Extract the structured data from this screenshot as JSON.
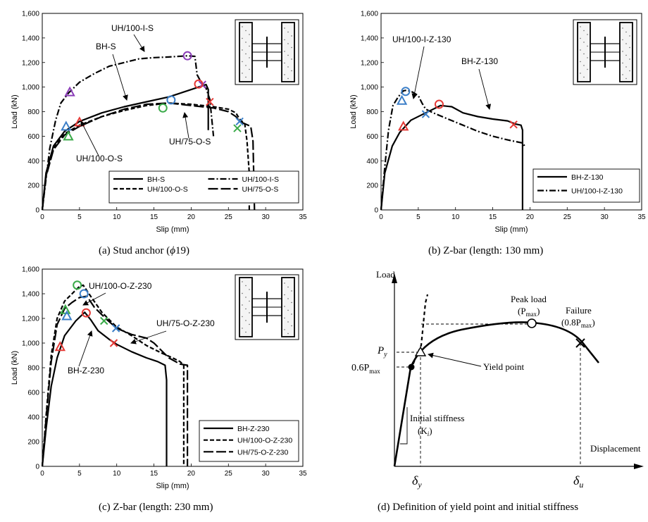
{
  "figure": {
    "captions": {
      "a_prefix": "(a) Stud anchor (",
      "a_phi": "ϕ",
      "a_num": "19)",
      "b": "(b) Z-bar (length: 130 mm)",
      "c": "(c) Z-bar (length: 230 mm)",
      "d": "(d) Definition of yield point and initial stiffness"
    }
  },
  "chart_data": [
    {
      "id": "a",
      "type": "line",
      "xlabel": "Slip (mm)",
      "ylabel": "Load (kN)",
      "xlim": [
        0,
        35
      ],
      "ylim": [
        0,
        1600
      ],
      "xticks": [
        0,
        5,
        10,
        15,
        20,
        25,
        30,
        35
      ],
      "yticks": [
        0,
        200,
        400,
        600,
        800,
        1000,
        1200,
        1400,
        1600
      ],
      "ytick_labels": [
        "0",
        "200",
        "400",
        "600",
        "800",
        "1,000",
        "1,200",
        "1,400",
        "1,600"
      ],
      "series": [
        {
          "name": "BH-S",
          "style": "solid",
          "points": [
            [
              0,
              0
            ],
            [
              0.5,
              300
            ],
            [
              1.5,
              520
            ],
            [
              3,
              640
            ],
            [
              5,
              720
            ],
            [
              8,
              790
            ],
            [
              11,
              840
            ],
            [
              14,
              880
            ],
            [
              17,
              920
            ],
            [
              19,
              960
            ],
            [
              21,
              1000
            ],
            [
              22,
              1020
            ],
            [
              22.3,
              980
            ],
            [
              22.3,
              650
            ]
          ]
        },
        {
          "name": "UH/100-I-S",
          "style": "dashdot",
          "points": [
            [
              0,
              0
            ],
            [
              0.5,
              250
            ],
            [
              1,
              500
            ],
            [
              1.8,
              730
            ],
            [
              2.5,
              870
            ],
            [
              3.5,
              950
            ],
            [
              5,
              1040
            ],
            [
              7,
              1110
            ],
            [
              9,
              1170
            ],
            [
              11,
              1200
            ],
            [
              13,
              1230
            ],
            [
              15,
              1240
            ],
            [
              17,
              1245
            ],
            [
              19.5,
              1255
            ],
            [
              20.5,
              1250
            ],
            [
              20.8,
              1100
            ],
            [
              21.5,
              1020
            ],
            [
              22,
              990
            ],
            [
              22.5,
              900
            ],
            [
              23,
              600
            ]
          ]
        },
        {
          "name": "UH/100-O-S",
          "style": "dashed",
          "points": [
            [
              0,
              0
            ],
            [
              0.5,
              280
            ],
            [
              1.5,
              500
            ],
            [
              3,
              620
            ],
            [
              5,
              690
            ],
            [
              8,
              760
            ],
            [
              11,
              810
            ],
            [
              14,
              850
            ],
            [
              17,
              870
            ],
            [
              20,
              860
            ],
            [
              23,
              840
            ],
            [
              25,
              820
            ],
            [
              26,
              790
            ],
            [
              26.5,
              740
            ],
            [
              27.2,
              700
            ],
            [
              27.5,
              560
            ],
            [
              27.8,
              300
            ],
            [
              27.8,
              0
            ]
          ]
        },
        {
          "name": "UH/75-O-S",
          "style": "longdash",
          "points": [
            [
              0,
              0
            ],
            [
              0.5,
              270
            ],
            [
              1.5,
              490
            ],
            [
              3,
              610
            ],
            [
              5,
              680
            ],
            [
              8,
              760
            ],
            [
              11,
              820
            ],
            [
              14,
              860
            ],
            [
              17,
              870
            ],
            [
              20,
              850
            ],
            [
              23,
              830
            ],
            [
              25,
              800
            ],
            [
              26,
              760
            ],
            [
              26.5,
              720
            ],
            [
              28,
              680
            ],
            [
              28.3,
              560
            ],
            [
              28.5,
              0
            ]
          ]
        }
      ],
      "markers": [
        {
          "series": "UH/100-I-S",
          "kind": "triangle",
          "x": 3.7,
          "y": 960,
          "color": "#8b3db8"
        },
        {
          "series": "UH/100-I-S",
          "kind": "circle",
          "x": 19.5,
          "y": 1255,
          "color": "#8b3db8"
        },
        {
          "series": "UH/100-I-S",
          "kind": "cross",
          "x": 21.5,
          "y": 1020,
          "color": "#8b3db8"
        },
        {
          "series": "BH-S",
          "kind": "triangle",
          "x": 5,
          "y": 715,
          "color": "#e53935"
        },
        {
          "series": "BH-S",
          "kind": "circle",
          "x": 21,
          "y": 1025,
          "color": "#e53935"
        },
        {
          "series": "BH-S",
          "kind": "cross",
          "x": 22.5,
          "y": 880,
          "color": "#e53935"
        },
        {
          "series": "UH/100-O-S",
          "kind": "triangle",
          "x": 3.2,
          "y": 680,
          "color": "#3c7fc8"
        },
        {
          "series": "UH/100-O-S",
          "kind": "circle",
          "x": 17.3,
          "y": 895,
          "color": "#3c7fc8"
        },
        {
          "series": "UH/100-O-S",
          "kind": "cross",
          "x": 26.5,
          "y": 720,
          "color": "#3c7fc8"
        },
        {
          "series": "UH/75-O-S",
          "kind": "triangle",
          "x": 3.5,
          "y": 600,
          "color": "#3aaa49"
        },
        {
          "series": "UH/75-O-S",
          "kind": "circle",
          "x": 16.2,
          "y": 830,
          "color": "#3aaa49"
        },
        {
          "series": "UH/75-O-S",
          "kind": "cross",
          "x": 26.2,
          "y": 665,
          "color": "#3aaa49"
        }
      ],
      "annotations": [
        {
          "text": "UH/100-I-S"
        },
        {
          "text": "BH-S"
        },
        {
          "text": "UH/75-O-S"
        },
        {
          "text": "UH/100-O-S"
        }
      ],
      "legend": {
        "placement": "bottom-right",
        "entries": [
          "BH-S",
          "UH/100-I-S",
          "UH/100-O-S",
          "UH/75-O-S"
        ]
      }
    },
    {
      "id": "b",
      "type": "line",
      "xlabel": "Slip (mm)",
      "ylabel": "Load (kN)",
      "xlim": [
        0,
        35
      ],
      "ylim": [
        0,
        1600
      ],
      "xticks": [
        0,
        5,
        10,
        15,
        20,
        25,
        30,
        35
      ],
      "yticks": [
        0,
        200,
        400,
        600,
        800,
        1000,
        1200,
        1400,
        1600
      ],
      "ytick_labels": [
        "0",
        "200",
        "400",
        "600",
        "800",
        "1,000",
        "1,200",
        "1,400",
        "1,600"
      ],
      "series": [
        {
          "name": "BH-Z-130",
          "style": "solid",
          "points": [
            [
              0,
              0
            ],
            [
              0.5,
              300
            ],
            [
              1.5,
              520
            ],
            [
              2.5,
              630
            ],
            [
              4,
              730
            ],
            [
              6,
              790
            ],
            [
              8,
              850
            ],
            [
              9.5,
              840
            ],
            [
              11,
              790
            ],
            [
              13,
              760
            ],
            [
              15,
              740
            ],
            [
              17,
              725
            ],
            [
              18,
              700
            ],
            [
              18.8,
              690
            ],
            [
              19,
              650
            ],
            [
              19,
              0
            ]
          ]
        },
        {
          "name": "UH/100-I-Z-130",
          "style": "dashdot",
          "points": [
            [
              0,
              0
            ],
            [
              0.5,
              350
            ],
            [
              1,
              650
            ],
            [
              1.6,
              850
            ],
            [
              2.3,
              920
            ],
            [
              3,
              970
            ],
            [
              3.5,
              975
            ],
            [
              4.2,
              960
            ],
            [
              5,
              930
            ],
            [
              5.5,
              870
            ],
            [
              6,
              820
            ],
            [
              7,
              790
            ],
            [
              9,
              740
            ],
            [
              11,
              690
            ],
            [
              13,
              640
            ],
            [
              15,
              600
            ],
            [
              17,
              570
            ],
            [
              19,
              545
            ],
            [
              19.3,
              520
            ]
          ]
        }
      ],
      "markers": [
        {
          "series": "BH-Z-130",
          "kind": "triangle",
          "x": 3,
          "y": 680,
          "color": "#e53935"
        },
        {
          "series": "BH-Z-130",
          "kind": "circle",
          "x": 7.8,
          "y": 860,
          "color": "#e53935"
        },
        {
          "series": "BH-Z-130",
          "kind": "cross",
          "x": 17.8,
          "y": 695,
          "color": "#e53935"
        },
        {
          "series": "UH/100-I-Z-130",
          "kind": "triangle",
          "x": 2.8,
          "y": 890,
          "color": "#3c7fc8"
        },
        {
          "series": "UH/100-I-Z-130",
          "kind": "circle",
          "x": 3.3,
          "y": 965,
          "color": "#3c7fc8"
        },
        {
          "series": "UH/100-I-Z-130",
          "kind": "cross",
          "x": 6,
          "y": 780,
          "color": "#3c7fc8"
        }
      ],
      "annotations": [
        {
          "text": "UH/100-I-Z-130"
        },
        {
          "text": "BH-Z-130"
        }
      ],
      "legend": {
        "placement": "bottom-right",
        "entries": [
          "BH-Z-130",
          "UH/100-I-Z-130"
        ]
      }
    },
    {
      "id": "c",
      "type": "line",
      "xlabel": "Slip (mm)",
      "ylabel": "Load (kN)",
      "xlim": [
        0,
        35
      ],
      "ylim": [
        0,
        1600
      ],
      "xticks": [
        0,
        5,
        10,
        15,
        20,
        25,
        30,
        35
      ],
      "yticks": [
        0,
        200,
        400,
        600,
        800,
        1000,
        1200,
        1400,
        1600
      ],
      "ytick_labels": [
        "0",
        "200",
        "400",
        "600",
        "800",
        "1,000",
        "1,200",
        "1,400",
        "1,600"
      ],
      "series": [
        {
          "name": "BH-Z-230",
          "style": "solid",
          "points": [
            [
              0,
              0
            ],
            [
              0.5,
              300
            ],
            [
              1.2,
              650
            ],
            [
              2,
              880
            ],
            [
              3,
              1060
            ],
            [
              4.5,
              1180
            ],
            [
              5.7,
              1250
            ],
            [
              6.5,
              1190
            ],
            [
              7.5,
              1100
            ],
            [
              9,
              1030
            ],
            [
              10,
              990
            ],
            [
              12,
              930
            ],
            [
              14,
              880
            ],
            [
              15.5,
              850
            ],
            [
              16.5,
              820
            ],
            [
              16.7,
              700
            ],
            [
              16.7,
              0
            ]
          ]
        },
        {
          "name": "UH/100-O-Z-230",
          "style": "dashed",
          "points": [
            [
              0,
              0
            ],
            [
              0.5,
              400
            ],
            [
              1.2,
              900
            ],
            [
              2,
              1200
            ],
            [
              3,
              1340
            ],
            [
              4,
              1400
            ],
            [
              5,
              1460
            ],
            [
              5.5,
              1470
            ],
            [
              6.5,
              1380
            ],
            [
              8,
              1250
            ],
            [
              10,
              1130
            ],
            [
              12,
              1060
            ],
            [
              14,
              980
            ],
            [
              16,
              920
            ],
            [
              17.5,
              880
            ],
            [
              18.5,
              850
            ],
            [
              19,
              820
            ],
            [
              19,
              0
            ]
          ]
        },
        {
          "name": "UH/75-O-Z-230",
          "style": "longdash",
          "points": [
            [
              0,
              0
            ],
            [
              0.5,
              380
            ],
            [
              1.2,
              850
            ],
            [
              2,
              1150
            ],
            [
              3,
              1280
            ],
            [
              4,
              1330
            ],
            [
              5,
              1370
            ],
            [
              6,
              1380
            ],
            [
              7,
              1290
            ],
            [
              8.5,
              1200
            ],
            [
              10,
              1120
            ],
            [
              12,
              1070
            ],
            [
              14,
              1040
            ],
            [
              15,
              1000
            ],
            [
              16,
              940
            ],
            [
              17,
              880
            ],
            [
              18.5,
              830
            ],
            [
              19.5,
              820
            ],
            [
              19.5,
              0
            ]
          ]
        }
      ],
      "markers": [
        {
          "series": "BH-Z-230",
          "kind": "triangle",
          "x": 2.4,
          "y": 970,
          "color": "#e53935"
        },
        {
          "series": "BH-Z-230",
          "kind": "circle",
          "x": 5.9,
          "y": 1245,
          "color": "#e53935"
        },
        {
          "series": "BH-Z-230",
          "kind": "cross",
          "x": 9.6,
          "y": 1000,
          "color": "#e53935"
        },
        {
          "series": "UH/100-O-Z-230",
          "kind": "triangle",
          "x": 3.1,
          "y": 1270,
          "color": "#3aaa49"
        },
        {
          "series": "UH/100-O-Z-230",
          "kind": "circle",
          "x": 4.7,
          "y": 1470,
          "color": "#3aaa49"
        },
        {
          "series": "UH/100-O-Z-230",
          "kind": "cross",
          "x": 8.3,
          "y": 1180,
          "color": "#3aaa49"
        },
        {
          "series": "UH/75-O-Z-230",
          "kind": "triangle",
          "x": 3.3,
          "y": 1220,
          "color": "#3c7fc8"
        },
        {
          "series": "UH/75-O-Z-230",
          "kind": "circle",
          "x": 5.6,
          "y": 1400,
          "color": "#3c7fc8"
        },
        {
          "series": "UH/75-O-Z-230",
          "kind": "cross",
          "x": 9.9,
          "y": 1120,
          "color": "#3c7fc8"
        }
      ],
      "annotations": [
        {
          "text": "UH/100-O-Z-230"
        },
        {
          "text": "UH/75-O-Z-230"
        },
        {
          "text": "BH-Z-230"
        }
      ],
      "legend": {
        "placement": "bottom-right",
        "entries": [
          "BH-Z-230",
          "UH/100-O-Z-230",
          "UH/75-O-Z-230"
        ]
      }
    },
    {
      "id": "d",
      "type": "line",
      "xlabel": "Displacement",
      "ylabel": "Load",
      "labels": {
        "peak_load": "Peak load",
        "pmax_paren": "(P",
        "pmax_sub": "max",
        "close_paren": ")",
        "failure": "Failure",
        "failure_val": "(0.8P",
        "failure_sub": "max",
        "py": "P",
        "py_sub": "y",
        "p06": "0.6P",
        "p06_sub": "max",
        "yield_point": "Yield point",
        "initial_stiffness": "Initial stiffness",
        "ki": "(K",
        "ki_sub": "i",
        "ki_close": ")",
        "dy": "δ",
        "dy_sub": "y",
        "du": "δ",
        "du_sub": "u"
      }
    }
  ]
}
